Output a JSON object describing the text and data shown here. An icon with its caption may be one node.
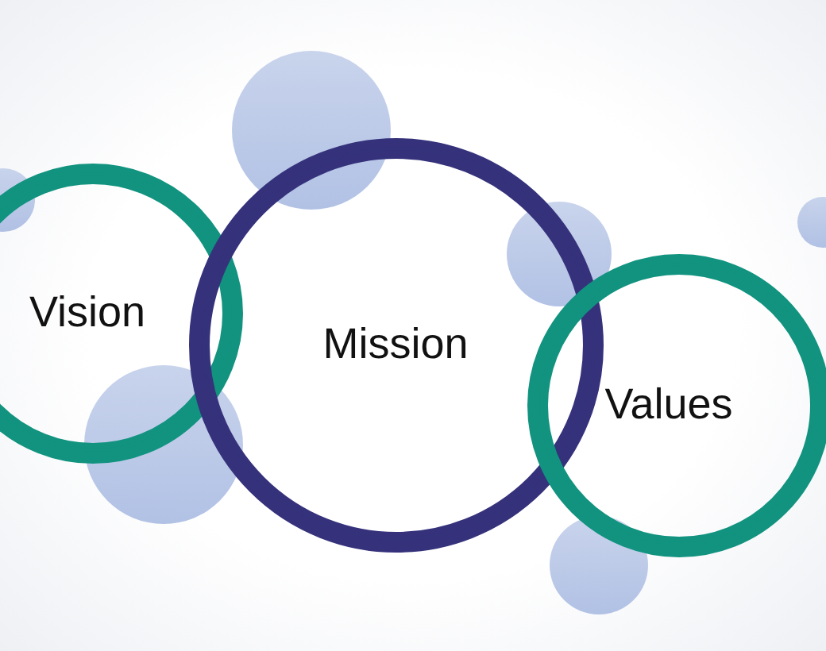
{
  "diagram": {
    "nodes": [
      {
        "text": [
          "Vision"
        ]
      },
      {
        "text": [
          "Mission"
        ]
      },
      {
        "text": [
          "Values"
        ]
      }
    ]
  }
}
